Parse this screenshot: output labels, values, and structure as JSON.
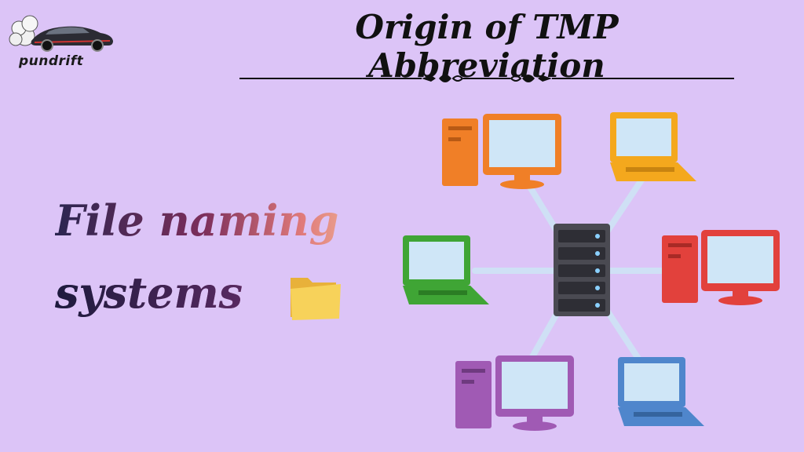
{
  "brand": {
    "name": "pundrift"
  },
  "header": {
    "title": "Origin of TMP Abbreviation"
  },
  "main": {
    "heading_line1": "File naming",
    "heading_line2": "systems"
  },
  "icons": {
    "folder": "folder-icon",
    "server": "server-icon",
    "devices": [
      "desktop-orange",
      "laptop-yellow",
      "laptop-green",
      "desktop-red",
      "desktop-purple",
      "laptop-blue"
    ]
  },
  "colors": {
    "background": "#dcc4f7",
    "orange": "#f07f27",
    "yellow": "#f4a81d",
    "green": "#3fa535",
    "red": "#e2413c",
    "purple": "#a05ab4",
    "blue": "#4f86cc",
    "screen": "#cfe6f7",
    "link": "#cfe0f5"
  }
}
